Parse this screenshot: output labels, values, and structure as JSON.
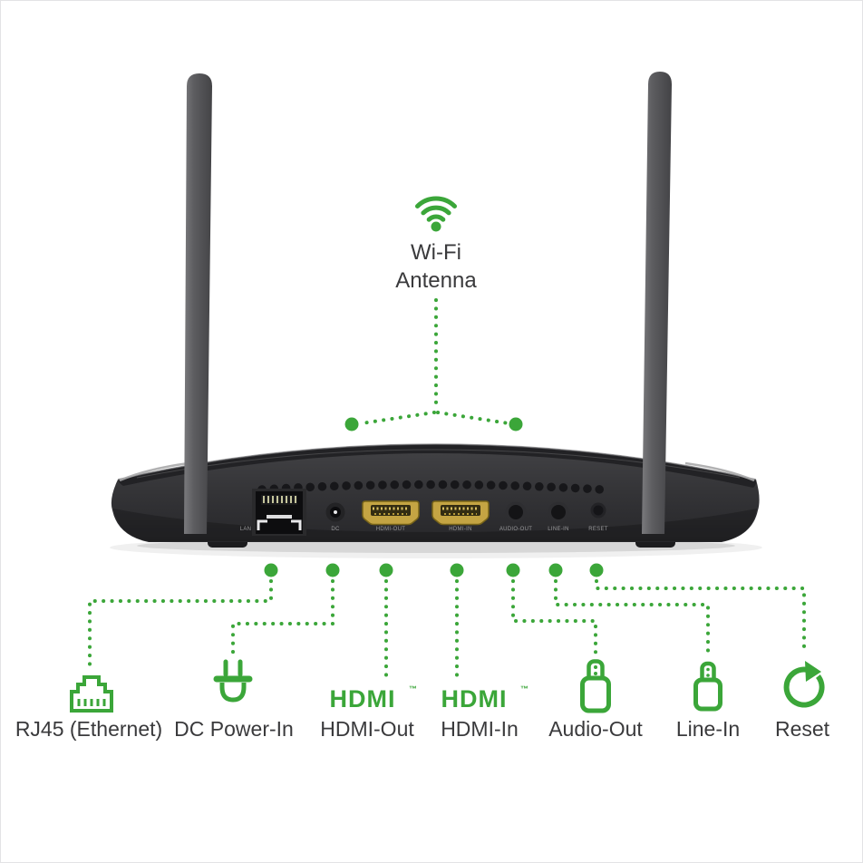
{
  "colors": {
    "annotation_green": "#3BA639",
    "label_text": "#3a3a3c",
    "device_body": "#353538"
  },
  "wifi_callout": {
    "line1": "Wi-Fi",
    "line2": "Antenna",
    "icon": "wifi-icon"
  },
  "rear_ports": {
    "lan": "LAN",
    "dc": "DC",
    "hdmi_out": "HDMI-OUT",
    "hdmi_in": "HDMI-IN",
    "audio_out": "AUDIO-OUT",
    "line_in": "LINE-IN",
    "reset": "RESET"
  },
  "hdmi_logo": {
    "text": "HDMI",
    "tm": "™"
  },
  "callouts": [
    {
      "label": "RJ45 (Ethernet)",
      "icon": "ethernet-port-icon"
    },
    {
      "label": "DC Power-In",
      "icon": "power-plug-icon"
    },
    {
      "label": "HDMI-Out",
      "icon": "hdmi-logo-icon"
    },
    {
      "label": "HDMI-In",
      "icon": "hdmi-logo-icon"
    },
    {
      "label": "Audio-Out",
      "icon": "audio-jack-icon"
    },
    {
      "label": "Line-In",
      "icon": "audio-jack-icon"
    },
    {
      "label": "Reset",
      "icon": "reset-arrow-icon"
    }
  ]
}
